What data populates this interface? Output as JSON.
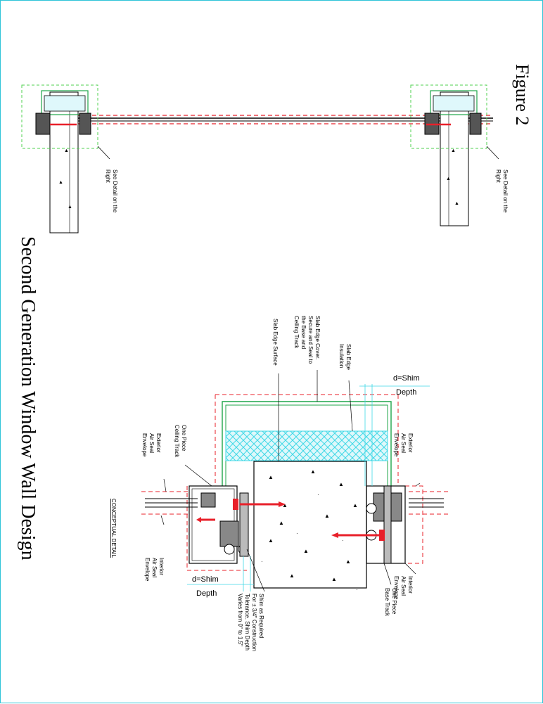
{
  "figure_label": "Figure 2",
  "page_title": "Second Generation Window Wall Design",
  "detail_title": "CONCEPTUAL DETAIL",
  "callouts": {
    "see_detail_left": [
      "See Detail on the",
      "Right"
    ],
    "see_detail_right": [
      "See Detail on the",
      "Right"
    ],
    "slab_edge_insulation": [
      "Slab Edge",
      "Insulation"
    ],
    "slab_edge_cover": [
      "Slab Edge Cover.",
      "Secure and Seal to",
      "the Base and",
      "Ceiling Track"
    ],
    "slab_edge_surface": [
      "Slab Edge Surface"
    ],
    "exterior_air_seal_top": [
      "Exterior",
      "Air Seal",
      "Envelope"
    ],
    "interior_air_seal_top": [
      "Interior",
      "Air Seal",
      "Envelope"
    ],
    "one_piece_base_track": [
      "One Piece",
      "Base Track"
    ],
    "one_piece_ceiling_track": [
      "One Piece",
      "Ceiling Track"
    ],
    "exterior_air_seal_bottom": [
      "Exterior",
      "Air Seal",
      "Envelope"
    ],
    "interior_air_seal_bottom": [
      "Interior",
      "Air Seal",
      "Envelope"
    ],
    "shim_note": [
      "Shim as Required",
      "For ± 3/4\" Construction",
      "Tolerance. Shim Depth",
      "Varies from 0\" to 1.5\""
    ]
  },
  "dimensions": {
    "shim_top_label": "d=Shim",
    "shim_top_depth": "Depth",
    "shim_bottom_label": "d=Shim",
    "shim_bottom_depth": "Depth"
  },
  "colors": {
    "frame_border": "#2ec4d8",
    "air_seal_dash": "#e8202a",
    "slab_cover_green": "#1fa64a",
    "detail_box_green": "#4fd04f",
    "insulation_cyan": "#3fd8e6",
    "anchor_red": "#e8202a"
  }
}
